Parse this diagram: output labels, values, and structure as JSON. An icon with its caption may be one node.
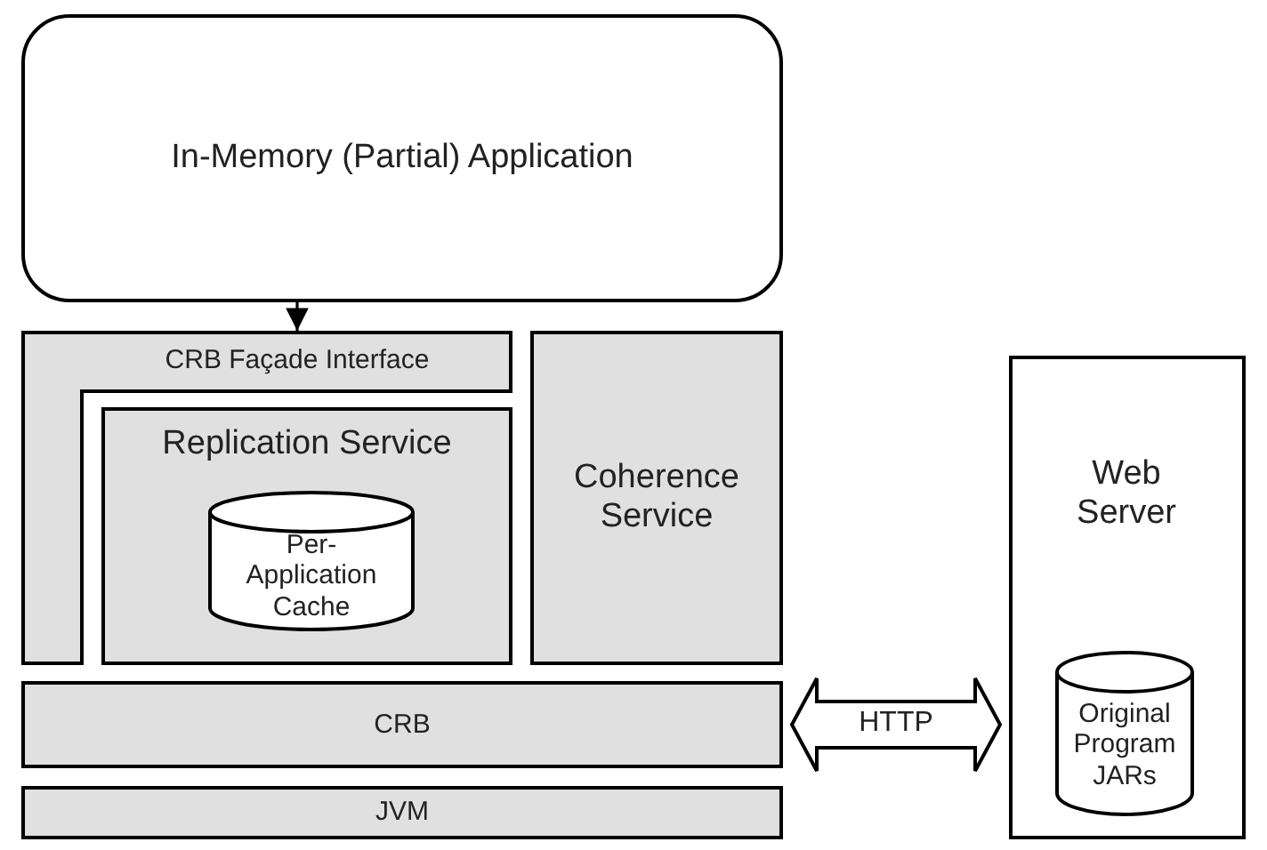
{
  "diagram": {
    "nodes": [
      {
        "text": [
          "In-Memory (Partial) Application"
        ]
      },
      {
        "text": [
          "CRB Façade Interface"
        ]
      },
      {
        "text": [
          "Replication Service"
        ]
      },
      {
        "text": [
          "Per-Application Cache"
        ],
        "in": 2
      },
      {
        "text": [
          "Coherence Service"
        ]
      },
      {
        "text": [
          "CRB"
        ]
      },
      {
        "text": [
          "JVM"
        ]
      },
      {
        "text": [
          "Web Server"
        ]
      },
      {
        "text": [
          "Original Program JARs"
        ],
        "in": 7
      }
    ],
    "edges": [
      {
        "from": 0,
        "to": 1,
        "arrow": "to"
      },
      {
        "from": 5,
        "to": 7,
        "arrow": "both",
        "label": "HTTP"
      }
    ]
  }
}
